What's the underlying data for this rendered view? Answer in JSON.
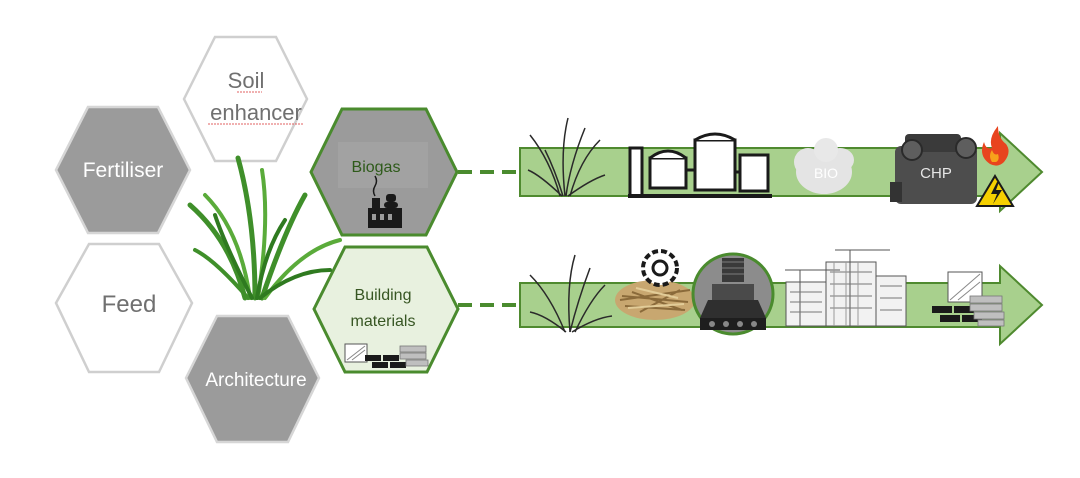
{
  "hexagons": {
    "soil": {
      "line1": "Soil",
      "line2": "enhancer"
    },
    "fertiliser": "Fertiliser",
    "biogas": "Biogas",
    "feed": "Feed",
    "building": {
      "line1": "Building",
      "line2": "materials"
    },
    "architecture": "Architecture"
  },
  "pathways": {
    "biogas_cloud": "BIO",
    "chp": "CHP"
  },
  "colors": {
    "grey_fill": "#9b9b9b",
    "grey_stroke": "#cfcfcf",
    "green_stroke": "#4a8b2e",
    "green_fill": "#e8f1df",
    "arrow_fill": "#a8d08d",
    "arrow_stroke": "#4f8a2f",
    "text_green": "#375623"
  }
}
